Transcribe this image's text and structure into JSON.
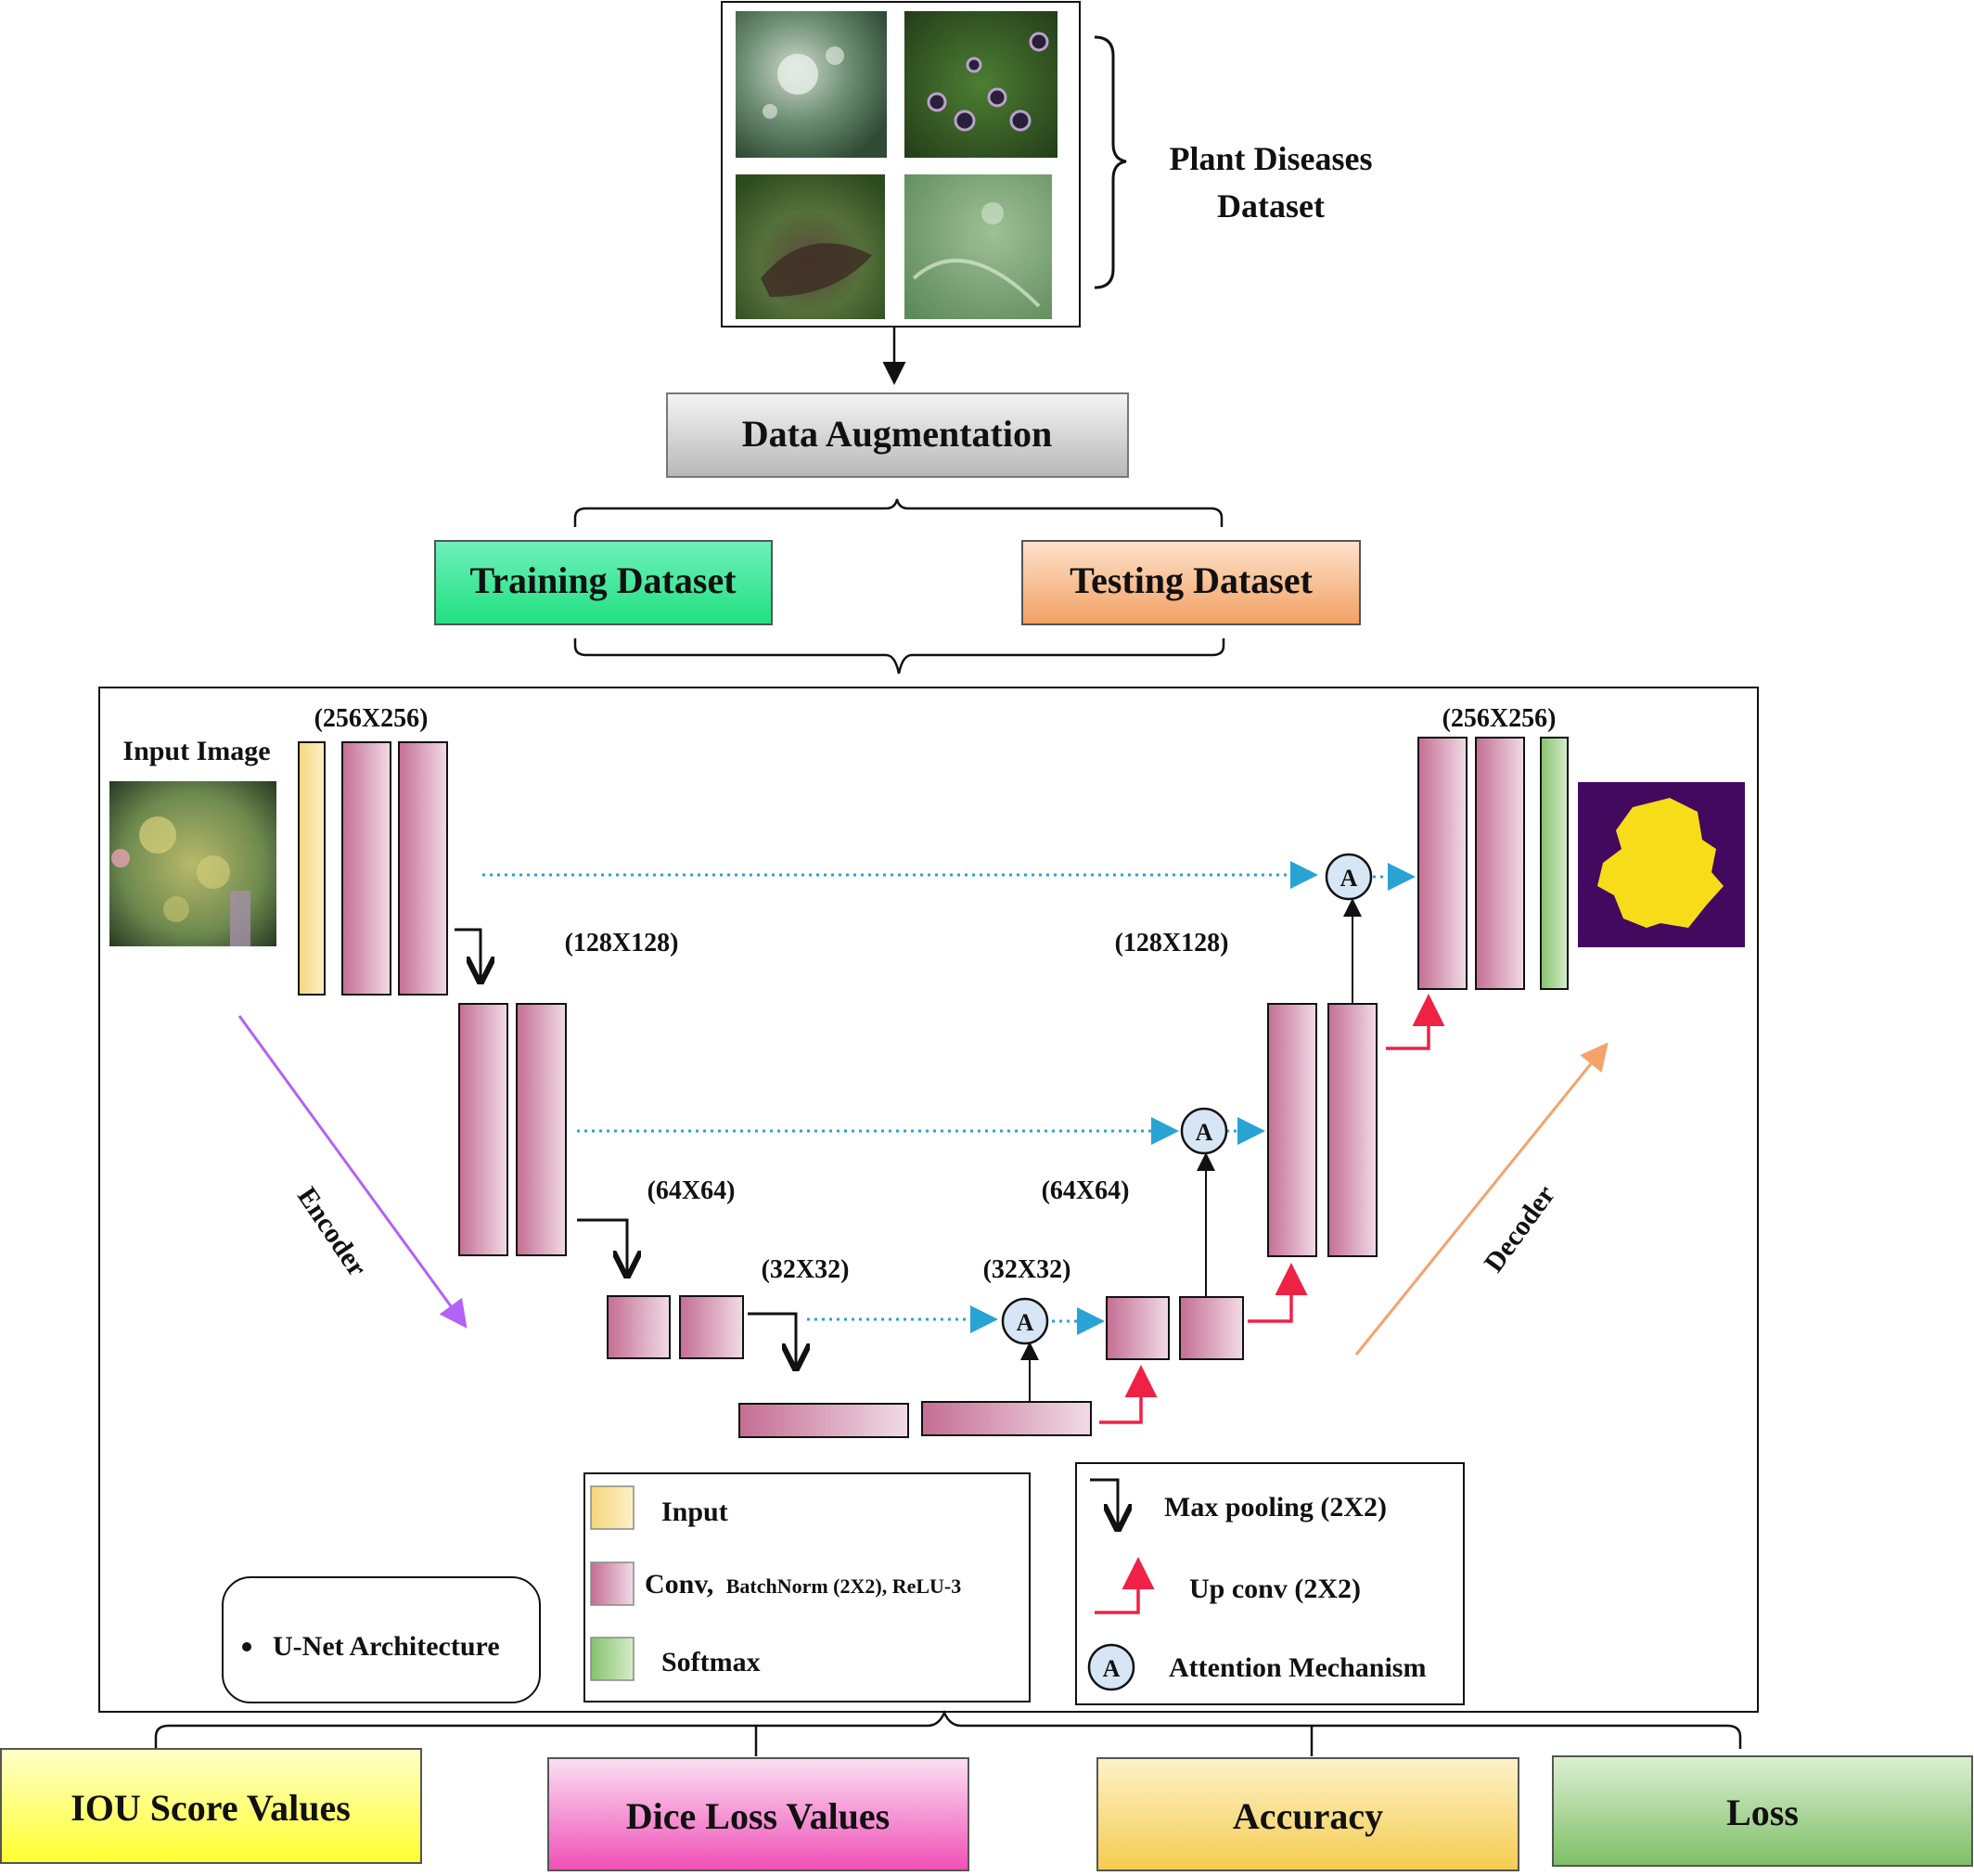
{
  "dataset": {
    "label_line1": "Plant Diseases",
    "label_line2": "Dataset"
  },
  "augmentation": {
    "label": "Data Augmentation"
  },
  "splits": {
    "training": "Training Dataset",
    "testing": "Testing Dataset"
  },
  "network": {
    "input_image_label": "Input Image",
    "sizes": {
      "enc_256": "(256X256)",
      "enc_128": "(128X128)",
      "enc_64": "(64X64)",
      "enc_32": "(32X32)",
      "dec_32": "(32X32)",
      "dec_64": "(64X64)",
      "dec_128": "(128X128)",
      "dec_256": "(256X256)"
    },
    "encoder_label": "Encoder",
    "decoder_label": "Decoder",
    "attention_symbol": "A"
  },
  "legend_blocks": {
    "input": "Input",
    "conv_main": "Conv,",
    "conv_detail": "BatchNorm  (2X2), ReLU-3",
    "softmax": "Softmax"
  },
  "legend_ops": {
    "maxpool": "Max pooling (2X2)",
    "upconv": "Up conv (2X2)",
    "attention": "Attention Mechanism",
    "attention_symbol": "A"
  },
  "unet_note": "U-Net Architecture",
  "metrics": {
    "iou": "IOU  Score Values",
    "dice": "Dice Loss Values",
    "accuracy": "Accuracy",
    "loss": "Loss"
  },
  "colors": {
    "conv_block": "#c46e93",
    "input_block": "#f8dc86",
    "softmax_block": "#8fc97a",
    "training": "#3ee69a",
    "testing": "#f3a86e",
    "skip_arrow": "#29a3d4",
    "upconv_arrow": "#ef2246",
    "encoder_arrow": "#b262f5",
    "decoder_arrow": "#f4a36b",
    "attention_fill": "#d6e6f5",
    "iou_box": "#ffff40",
    "dice_box": "#f25cbe",
    "accuracy_box": "#f7d461",
    "loss_box": "#84c46e",
    "mask_bg": "#43095e",
    "mask_fg": "#f7dc1a"
  }
}
